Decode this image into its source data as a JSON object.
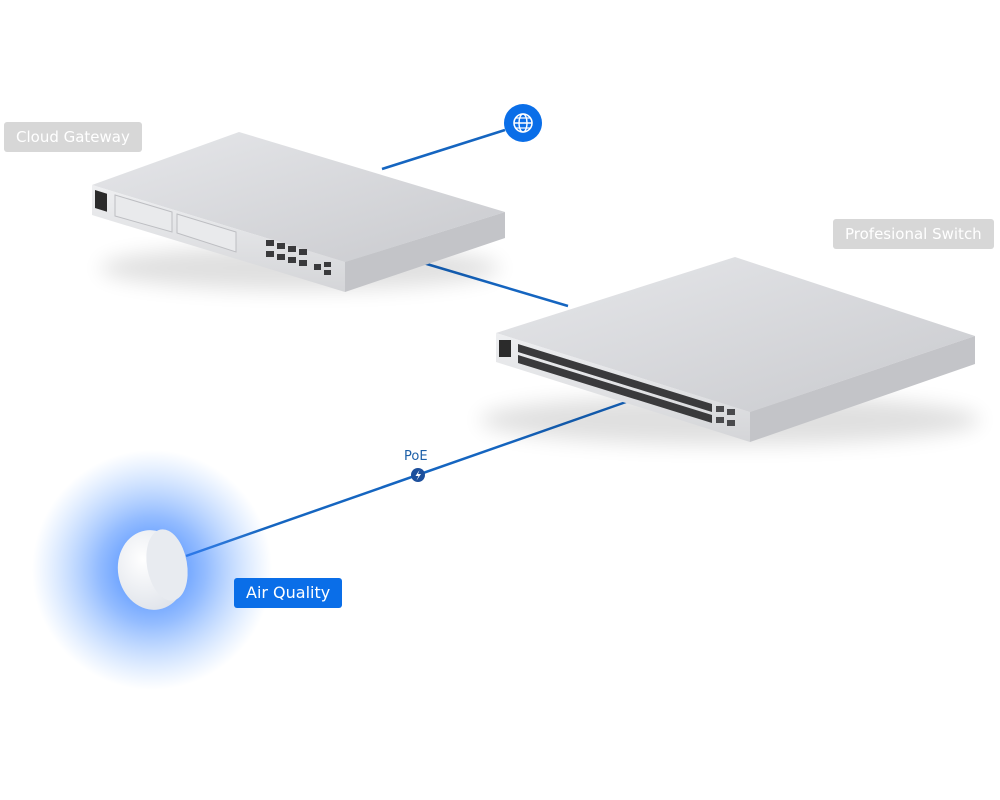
{
  "devices": {
    "gateway": {
      "label": "Cloud Gateway"
    },
    "switch": {
      "label": "Profesional Switch"
    },
    "sensor": {
      "label": "Air Quality"
    }
  },
  "links": {
    "poe_label": "PoE"
  },
  "icons": {
    "internet": "globe-icon",
    "poe": "lightning-bolt-icon"
  },
  "colors": {
    "link_line": "#1565c0",
    "accent": "#0a6ee8",
    "device_body": "#dcdde0",
    "label_gray": "#d7d7d7",
    "sensor_glow": "#2f7bff"
  }
}
